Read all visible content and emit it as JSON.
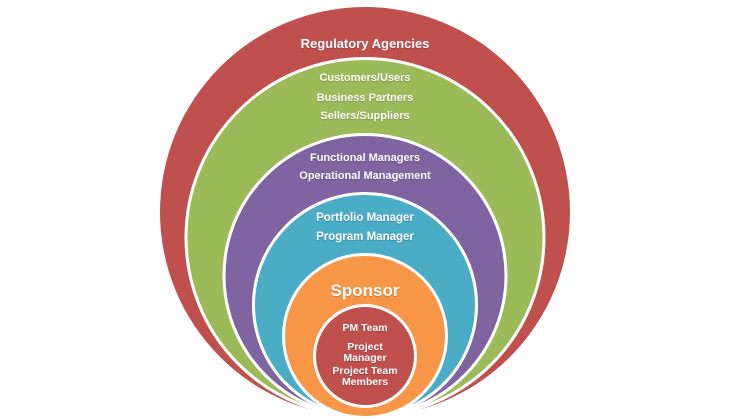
{
  "diagram": {
    "name": "project-stakeholder-onion-diagram",
    "background": "#ffffff",
    "text_color": "#ffffff",
    "rings": [
      {
        "id": "regulatory",
        "color": "#C0504D",
        "labels": [
          [
            "Regulatory Agencies"
          ]
        ]
      },
      {
        "id": "external-business",
        "color": "#9BBB59",
        "labels": [
          [
            "Customers/Users"
          ],
          [
            "Business Partners"
          ],
          [
            "Sellers/Suppliers"
          ]
        ]
      },
      {
        "id": "organizational-management",
        "color": "#8064A2",
        "labels": [
          [
            "Functional Managers"
          ],
          [
            "Operational Management"
          ]
        ]
      },
      {
        "id": "portfolio-program",
        "color": "#4BACC6",
        "labels": [
          [
            "Portfolio Manager"
          ],
          [
            "Program Manager"
          ]
        ]
      },
      {
        "id": "sponsor",
        "color": "#F79646",
        "labels": [
          [
            "Sponsor"
          ]
        ]
      },
      {
        "id": "project-core",
        "color": "#C0504D",
        "labels": [
          [
            "PM Team"
          ],
          [
            "Project",
            "Manager"
          ],
          [
            "Project Team",
            "Members"
          ]
        ]
      }
    ]
  }
}
